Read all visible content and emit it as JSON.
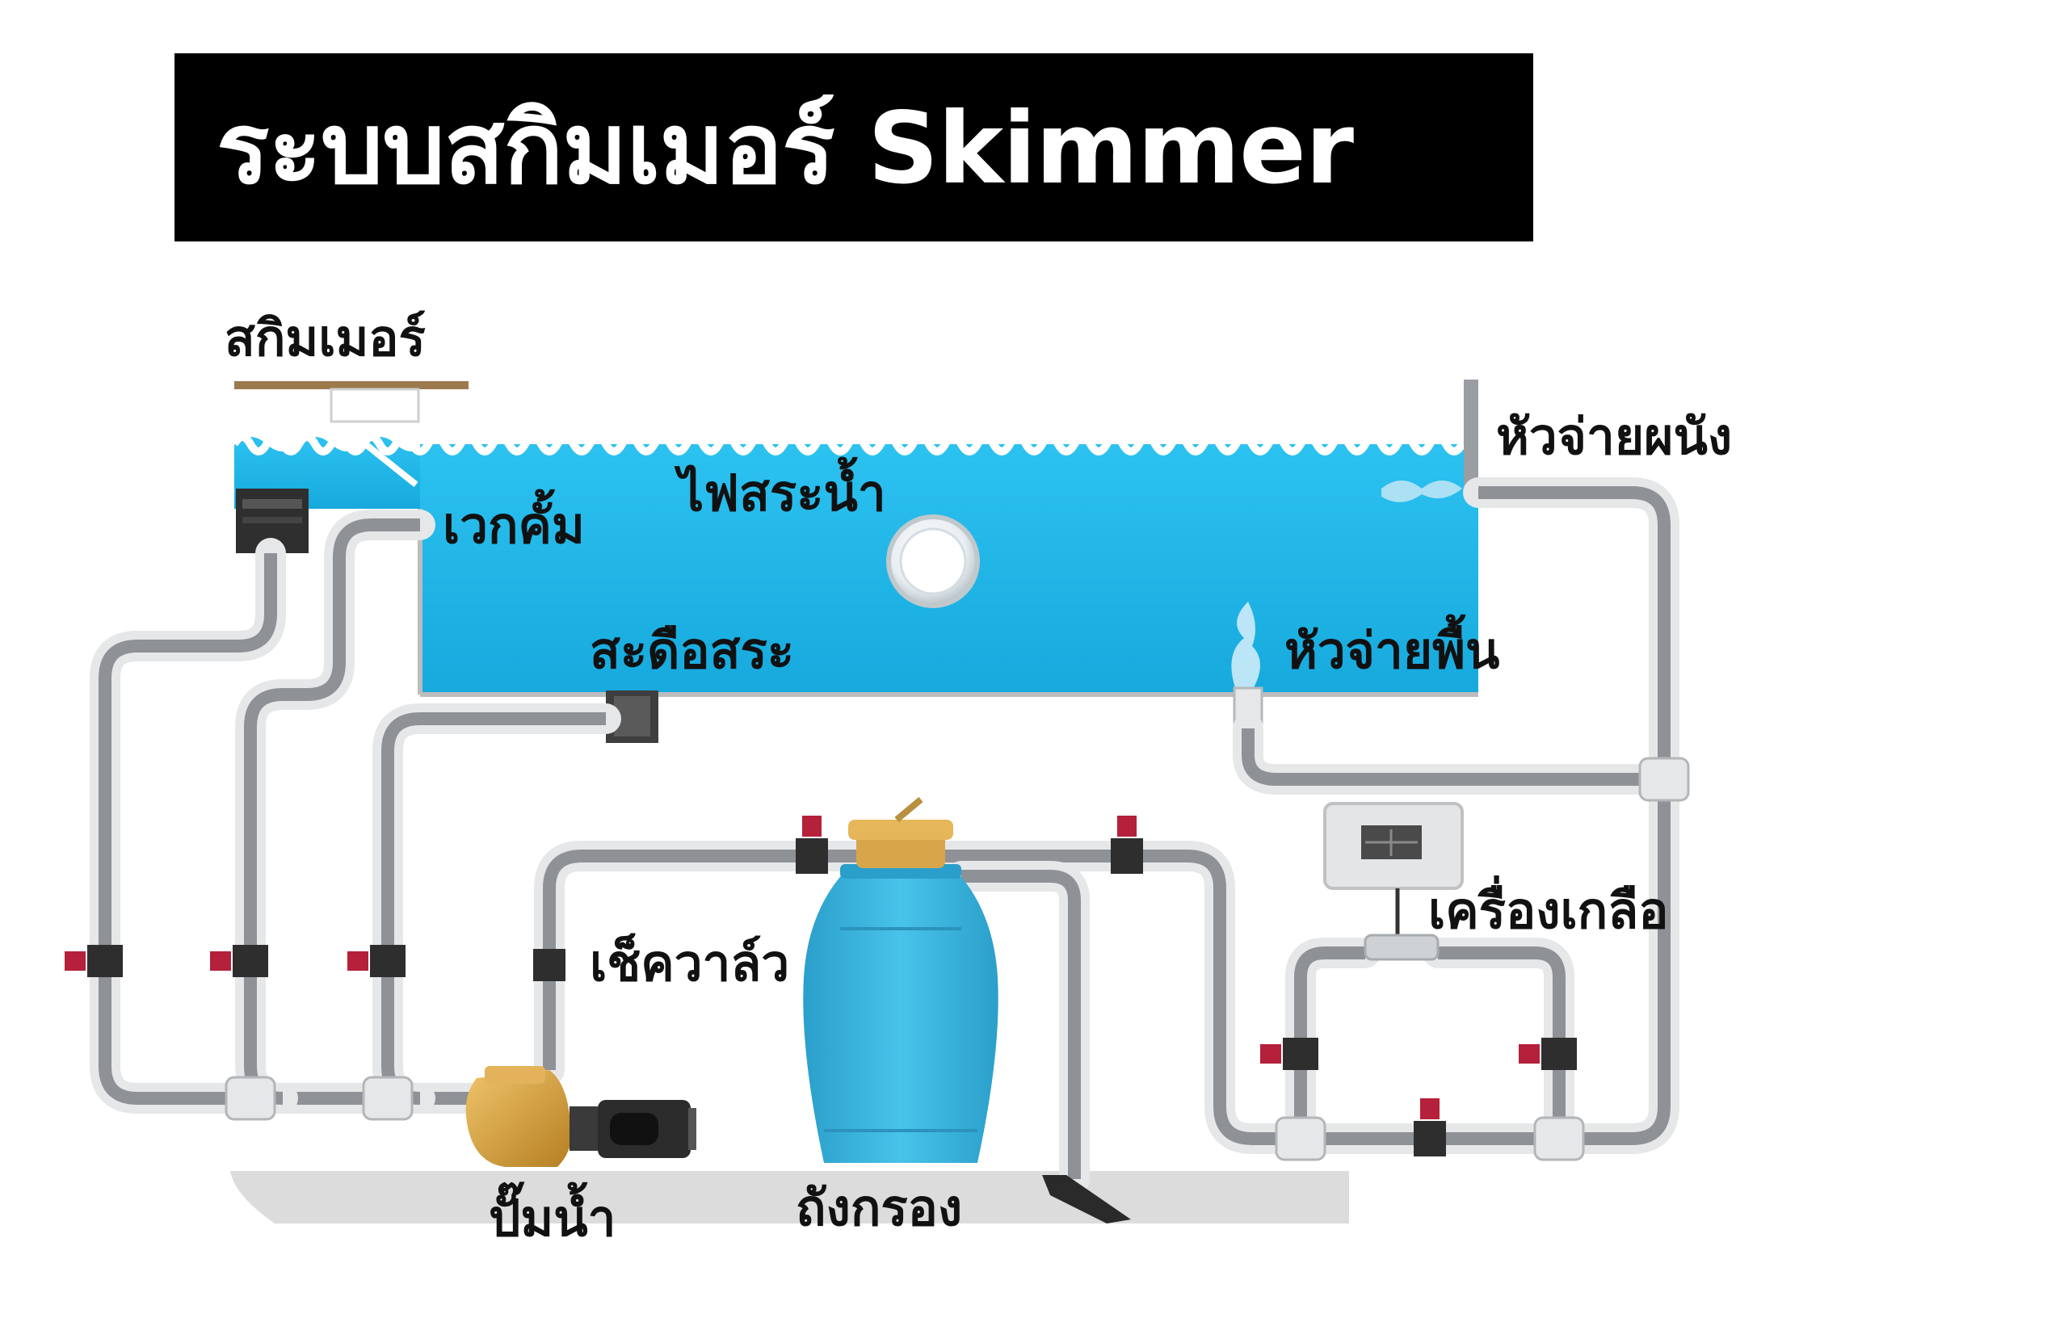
{
  "title": "ระบบสกิมเมอร์ Skimmer",
  "labels": {
    "skimmer": "สกิมเมอร์",
    "weir": "เวกคั้ม",
    "pool_light": "ไฟสระน้ำ",
    "main_drain": "สะดือสระ",
    "wall_inlet": "หัวจ่ายผนัง",
    "floor_inlet": "หัวจ่ายพื้น",
    "check_valve": "เช็ควาล์ว",
    "salt_chlorinator": "เครื่องเกลือ",
    "pump": "ปั๊มน้ำ",
    "filter_tank": "ถังกรอง"
  },
  "colors": {
    "water": "#1fb6e8",
    "pipe": "#8e9296",
    "pipe_fitting": "#e6e7e8",
    "valve_handle": "#b5203a",
    "pump_body": "#d8a23c",
    "filter_tank": "#3db8e0",
    "ground": "#dcdcdc"
  },
  "icons": [
    "valve-icon",
    "pool-light-icon",
    "skimmer-basket-icon",
    "pump-icon",
    "filter-tank-icon",
    "salt-chlorinator-icon"
  ]
}
